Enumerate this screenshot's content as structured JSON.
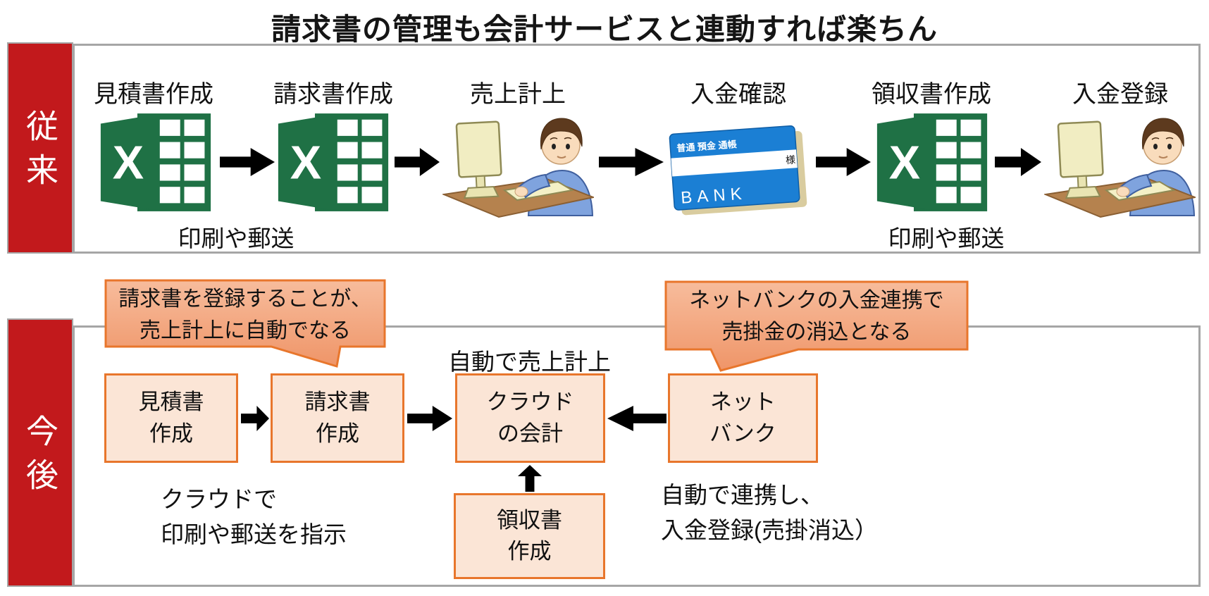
{
  "title": "請求書の管理も会計サービスと連動すれば楽ちん",
  "colors": {
    "side_bar_red": "#C2191C",
    "orange_border": "#E8762C",
    "bubble_fill_top": "#F7BC9C",
    "bubble_fill_bottom": "#EF9568",
    "box_fill": "#FBE5D6",
    "excel_green": "#1F7145",
    "bank_blue": "#1B7FD4",
    "frame_gray": "#A6A6A6",
    "arrow_black": "#000000"
  },
  "legacy": {
    "side_label": "従来",
    "steps": [
      "見積書作成",
      "請求書作成",
      "売上計上",
      "入金確認",
      "領収書作成",
      "入金登録"
    ],
    "print_note_1": "印刷や郵送",
    "print_note_2": "印刷や郵送",
    "excel_letter": "X",
    "passbook": {
      "header": "普通 預金 通帳",
      "honorific": "様",
      "brand": "BANK"
    }
  },
  "future": {
    "side_label": "今後",
    "bubble_invoice": {
      "line1": "請求書を登録することが、",
      "line2": "売上計上に自動でなる"
    },
    "bubble_netbank": {
      "line1": "ネットバンクの入金連携で",
      "line2": "売掛金の消込となる"
    },
    "auto_sales_note": "自動で売上計上",
    "boxes": {
      "estimate": {
        "line1": "見積書",
        "line2": "作成"
      },
      "invoice": {
        "line1": "請求書",
        "line2": "作成"
      },
      "cloud": {
        "line1": "クラウド",
        "line2": "の会計"
      },
      "netbank": {
        "line1": "ネット",
        "line2": "バンク"
      },
      "receipt": {
        "line1": "領収書",
        "line2": "作成"
      }
    },
    "cloud_print_note": {
      "line1": "クラウドで",
      "line2": "印刷や郵送を指示"
    },
    "auto_link_note": {
      "line1": "自動で連携し、",
      "line2": "入金登録(売掛消込）"
    }
  }
}
